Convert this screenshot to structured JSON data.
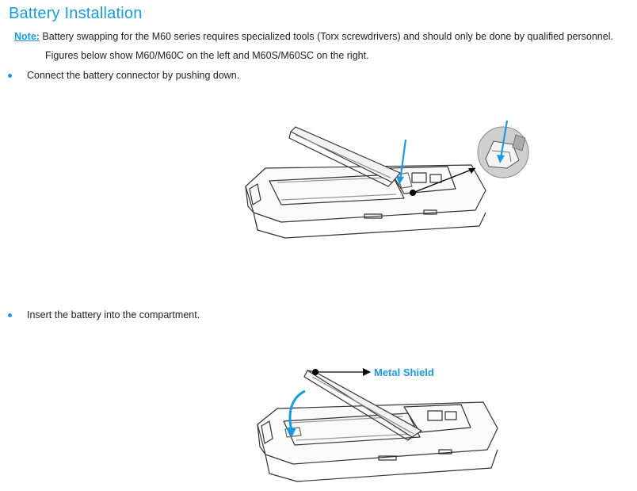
{
  "section": {
    "title": "Battery Installation"
  },
  "note": {
    "label": "Note:",
    "line1": " Battery swapping for the M60 series requires specialized tools (Torx screwdrivers) and should only be done by qualified personnel.",
    "line2": "Figures below show M60/M60C on the left and M60S/M60SC on the right."
  },
  "steps": [
    {
      "text": "Connect the battery connector by pushing down."
    },
    {
      "text": "Insert the battery into the compartment."
    }
  ],
  "figure2": {
    "callout": "Metal Shield"
  },
  "colors": {
    "accent": "#1a9be0"
  }
}
